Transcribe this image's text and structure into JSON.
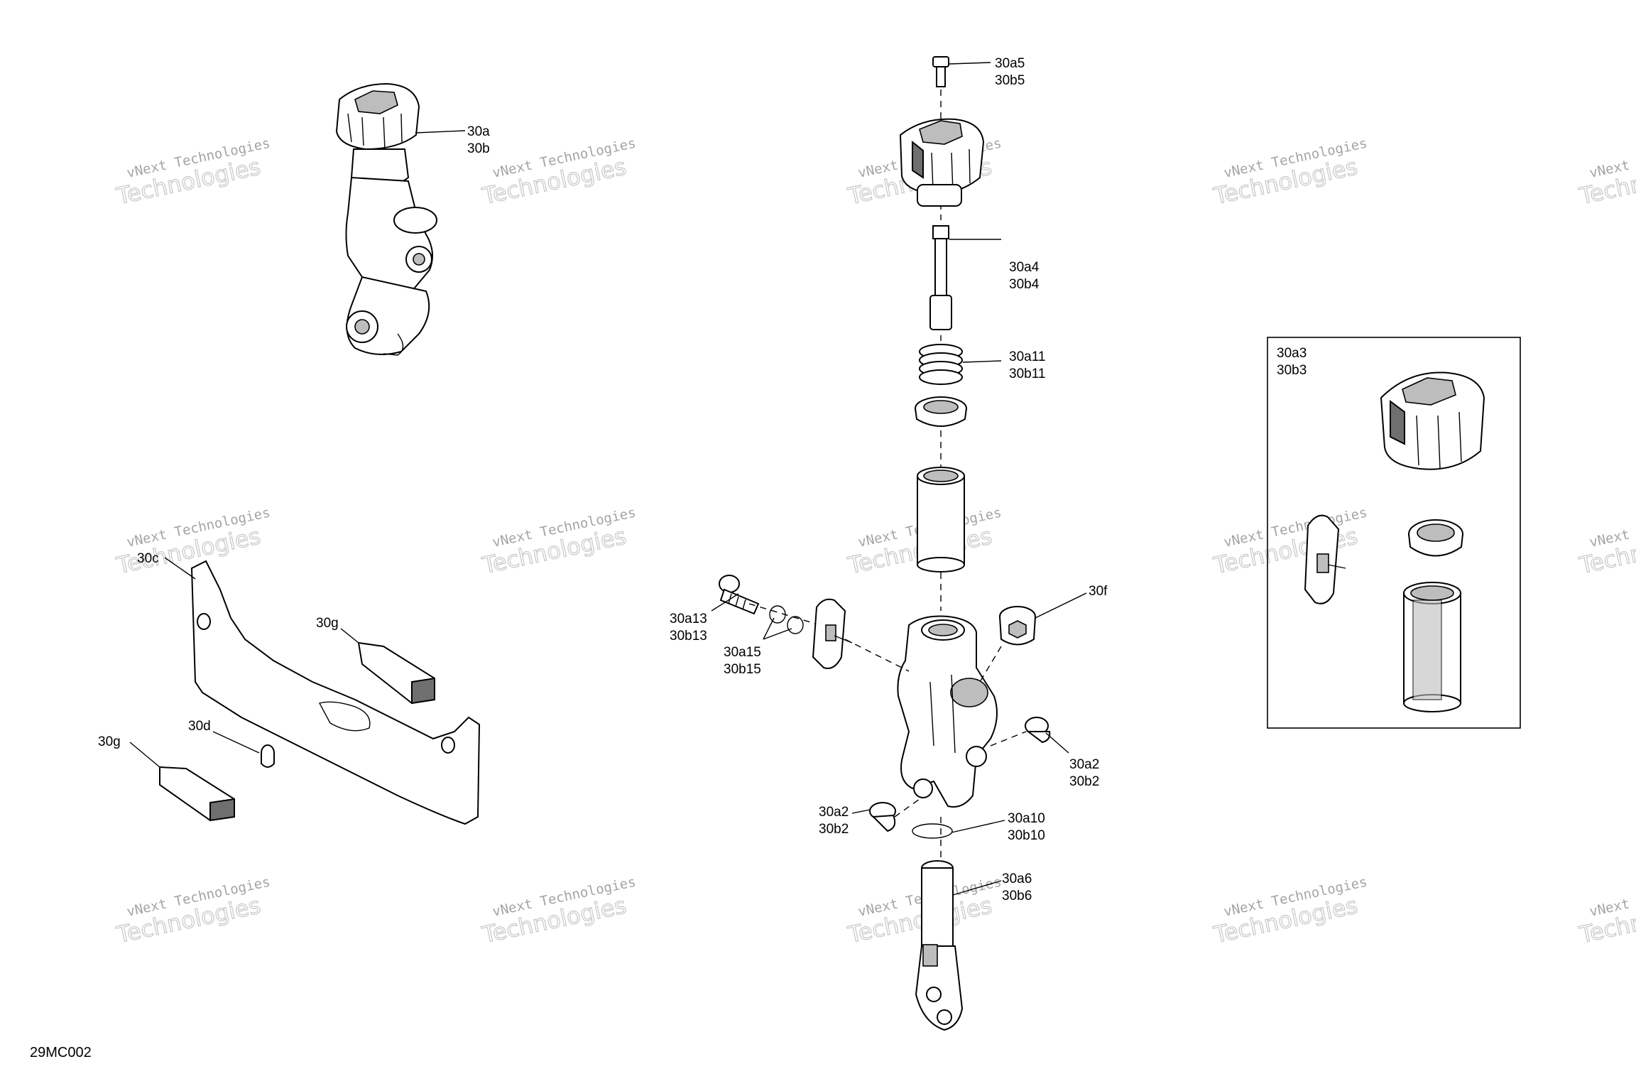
{
  "diagram_code": "29MC002",
  "watermark": {
    "line1": "vNext Technologies",
    "line2": "Technologies"
  },
  "callouts": {
    "c30a": [
      "30a",
      "30b"
    ],
    "c30a5": [
      "30a5",
      "30b5"
    ],
    "c30a4": [
      "30a4",
      "30b4"
    ],
    "c30a11": [
      "30a11",
      "30b11"
    ],
    "c30a3": [
      "30a3",
      "30b3"
    ],
    "c30f": [
      "30f"
    ],
    "c30a13": [
      "30a13",
      "30b13"
    ],
    "c30a15": [
      "30a15",
      "30b15"
    ],
    "c30a2r": [
      "30a2",
      "30b2"
    ],
    "c30a2l": [
      "30a2",
      "30b2"
    ],
    "c30a10": [
      "30a10",
      "30b10"
    ],
    "c30a6": [
      "30a6",
      "30b6"
    ],
    "c30c": [
      "30c"
    ],
    "c30g_top": [
      "30g"
    ],
    "c30g_bot": [
      "30g"
    ],
    "c30d": [
      "30d"
    ]
  }
}
